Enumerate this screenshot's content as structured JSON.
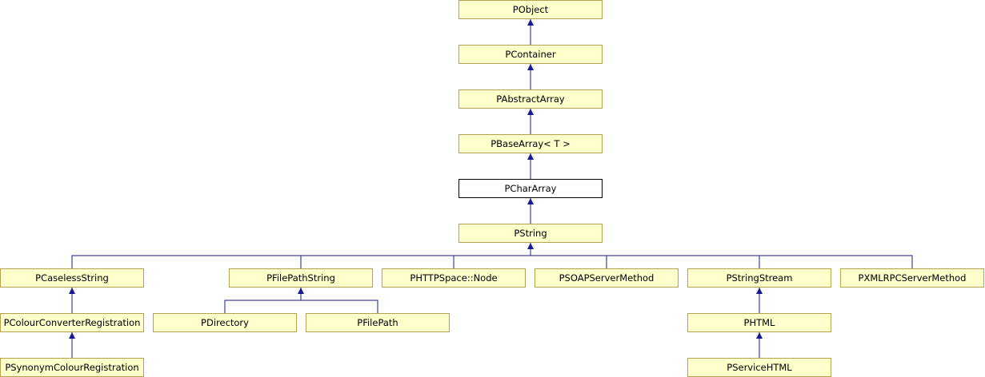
{
  "colors": {
    "node_fill": "#ffffcc",
    "node_border": "#b3a24e",
    "current_fill": "#ffffff",
    "edge": "#1a1a8c"
  },
  "nodes": {
    "pobject": "PObject",
    "pcontainer": "PContainer",
    "pabstractarray": "PAbstractArray",
    "pbasearray": "PBaseArray< T >",
    "pchararray": "PCharArray",
    "pstring": "PString",
    "pcaselessstring": "PCaselessString",
    "pfilepathstring": "PFilePathString",
    "phttpspace_node": "PHTTPSpace::Node",
    "psoapservermethod": "PSOAPServerMethod",
    "pstringstream": "PStringStream",
    "pxmlrpcservermethod": "PXMLRPCServerMethod",
    "pcolourconverterregistration": "PColourConverterRegistration",
    "pdirectory": "PDirectory",
    "pfilepath": "PFilePath",
    "phtml": "PHTML",
    "psynonymcolourregistration": "PSynonymColourRegistration",
    "pservicehtml": "PServiceHTML"
  },
  "current_node": "pchararray"
}
